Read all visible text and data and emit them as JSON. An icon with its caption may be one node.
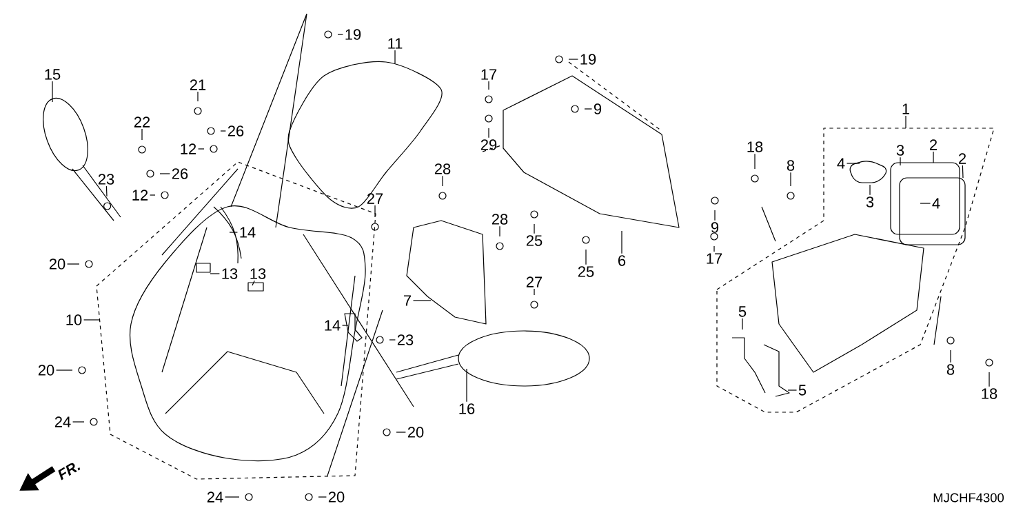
{
  "diagram": {
    "nodes": [
      {
        "text": [
          "1"
        ]
      },
      {
        "text": [
          "2"
        ]
      },
      {
        "text": [
          "2"
        ]
      },
      {
        "text": [
          "3"
        ]
      },
      {
        "text": [
          "3"
        ]
      },
      {
        "text": [
          "4"
        ]
      },
      {
        "text": [
          "4"
        ]
      },
      {
        "text": [
          "5"
        ]
      },
      {
        "text": [
          "5"
        ]
      },
      {
        "text": [
          "6"
        ]
      },
      {
        "text": [
          "7"
        ]
      },
      {
        "text": [
          "8"
        ]
      },
      {
        "text": [
          "8"
        ]
      },
      {
        "text": [
          "9"
        ]
      },
      {
        "text": [
          "9"
        ]
      },
      {
        "text": [
          "10"
        ]
      },
      {
        "text": [
          "11"
        ]
      },
      {
        "text": [
          "12"
        ]
      },
      {
        "text": [
          "12"
        ]
      },
      {
        "text": [
          "13"
        ]
      },
      {
        "text": [
          "13"
        ]
      },
      {
        "text": [
          "14"
        ]
      },
      {
        "text": [
          "14"
        ]
      },
      {
        "text": [
          "15"
        ]
      },
      {
        "text": [
          "16"
        ]
      },
      {
        "text": [
          "17"
        ]
      },
      {
        "text": [
          "17"
        ]
      },
      {
        "text": [
          "18"
        ]
      },
      {
        "text": [
          "18"
        ]
      },
      {
        "text": [
          "19"
        ]
      },
      {
        "text": [
          "19"
        ]
      },
      {
        "text": [
          "20"
        ]
      },
      {
        "text": [
          "20"
        ]
      },
      {
        "text": [
          "20"
        ]
      },
      {
        "text": [
          "20"
        ]
      },
      {
        "text": [
          "21"
        ]
      },
      {
        "text": [
          "22"
        ]
      },
      {
        "text": [
          "23"
        ]
      },
      {
        "text": [
          "23"
        ]
      },
      {
        "text": [
          "24"
        ]
      },
      {
        "text": [
          "24"
        ]
      },
      {
        "text": [
          "25"
        ]
      },
      {
        "text": [
          "25"
        ]
      },
      {
        "text": [
          "26"
        ]
      },
      {
        "text": [
          "26"
        ]
      },
      {
        "text": [
          "27"
        ]
      },
      {
        "text": [
          "27"
        ]
      },
      {
        "text": [
          "28"
        ]
      },
      {
        "text": [
          "28"
        ]
      },
      {
        "text": [
          "29"
        ]
      }
    ],
    "edges": [
      {
        "from": 0,
        "to": null,
        "arrow": "none"
      },
      {
        "from": 1,
        "to": null,
        "arrow": "none"
      },
      {
        "from": 2,
        "to": null,
        "arrow": "none"
      },
      {
        "from": 3,
        "to": null,
        "arrow": "none"
      },
      {
        "from": 4,
        "to": null,
        "arrow": "none"
      },
      {
        "from": 5,
        "to": null,
        "arrow": "none"
      },
      {
        "from": 6,
        "to": null,
        "arrow": "none"
      },
      {
        "from": 7,
        "to": null,
        "arrow": "none"
      },
      {
        "from": 8,
        "to": null,
        "arrow": "none"
      },
      {
        "from": 9,
        "to": null,
        "arrow": "none"
      },
      {
        "from": 10,
        "to": null,
        "arrow": "none"
      },
      {
        "from": 11,
        "to": null,
        "arrow": "none"
      },
      {
        "from": 12,
        "to": null,
        "arrow": "none"
      },
      {
        "from": 13,
        "to": null,
        "arrow": "none"
      },
      {
        "from": 14,
        "to": null,
        "arrow": "none"
      },
      {
        "from": 15,
        "to": null,
        "arrow": "none"
      },
      {
        "from": 16,
        "to": null,
        "arrow": "none"
      },
      {
        "from": 17,
        "to": null,
        "arrow": "none"
      },
      {
        "from": 18,
        "to": null,
        "arrow": "none"
      },
      {
        "from": 19,
        "to": null,
        "arrow": "none"
      },
      {
        "from": 20,
        "to": null,
        "arrow": "none"
      },
      {
        "from": 21,
        "to": null,
        "arrow": "none"
      },
      {
        "from": 22,
        "to": null,
        "arrow": "none"
      },
      {
        "from": 23,
        "to": null,
        "arrow": "none"
      },
      {
        "from": 24,
        "to": null,
        "arrow": "none"
      },
      {
        "from": 25,
        "to": null,
        "arrow": "none"
      },
      {
        "from": 26,
        "to": null,
        "arrow": "none"
      },
      {
        "from": 27,
        "to": null,
        "arrow": "none"
      },
      {
        "from": 28,
        "to": null,
        "arrow": "none"
      },
      {
        "from": 29,
        "to": null,
        "arrow": "none"
      },
      {
        "from": 30,
        "to": null,
        "arrow": "none"
      },
      {
        "from": 31,
        "to": null,
        "arrow": "none"
      },
      {
        "from": 32,
        "to": null,
        "arrow": "none"
      },
      {
        "from": 33,
        "to": null,
        "arrow": "none"
      },
      {
        "from": 34,
        "to": null,
        "arrow": "none"
      },
      {
        "from": 35,
        "to": null,
        "arrow": "none"
      },
      {
        "from": 36,
        "to": null,
        "arrow": "none"
      },
      {
        "from": 37,
        "to": null,
        "arrow": "none"
      },
      {
        "from": 38,
        "to": null,
        "arrow": "none"
      },
      {
        "from": 39,
        "to": null,
        "arrow": "none"
      },
      {
        "from": 40,
        "to": null,
        "arrow": "none"
      },
      {
        "from": 41,
        "to": null,
        "arrow": "none"
      },
      {
        "from": 42,
        "to": null,
        "arrow": "none"
      },
      {
        "from": 43,
        "to": null,
        "arrow": "none"
      },
      {
        "from": 44,
        "to": null,
        "arrow": "none"
      },
      {
        "from": 45,
        "to": null,
        "arrow": "none"
      },
      {
        "from": 46,
        "to": null,
        "arrow": "none"
      },
      {
        "from": 47,
        "to": null,
        "arrow": "none"
      },
      {
        "from": 48,
        "to": null,
        "arrow": "none"
      },
      {
        "from": 49,
        "to": null,
        "arrow": "none"
      }
    ],
    "labels": [
      "FR.",
      "MJCHF4300"
    ]
  }
}
